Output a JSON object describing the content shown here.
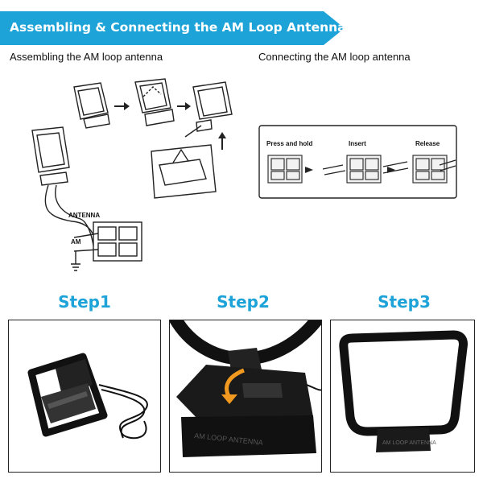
{
  "banner": {
    "title": "Assembling & Connecting the AM Loop Antenna"
  },
  "sections": {
    "assembling": "Assembling the AM loop antenna",
    "connecting": "Connecting the AM loop antenna"
  },
  "assembly_diagram": {
    "label_antenna": "ANTENNA",
    "label_am": "AM"
  },
  "connection_diagram": {
    "steps": [
      "Press and hold",
      "Insert",
      "Release"
    ]
  },
  "steps": [
    {
      "label": "Step1"
    },
    {
      "label": "Step2",
      "base_text": "AM LOOP ANTENNA"
    },
    {
      "label": "Step3",
      "base_text": "AM LOOP ANTENNA"
    }
  ],
  "colors": {
    "accent": "#1ea3d8",
    "arrow_orange": "#f29a1f"
  }
}
